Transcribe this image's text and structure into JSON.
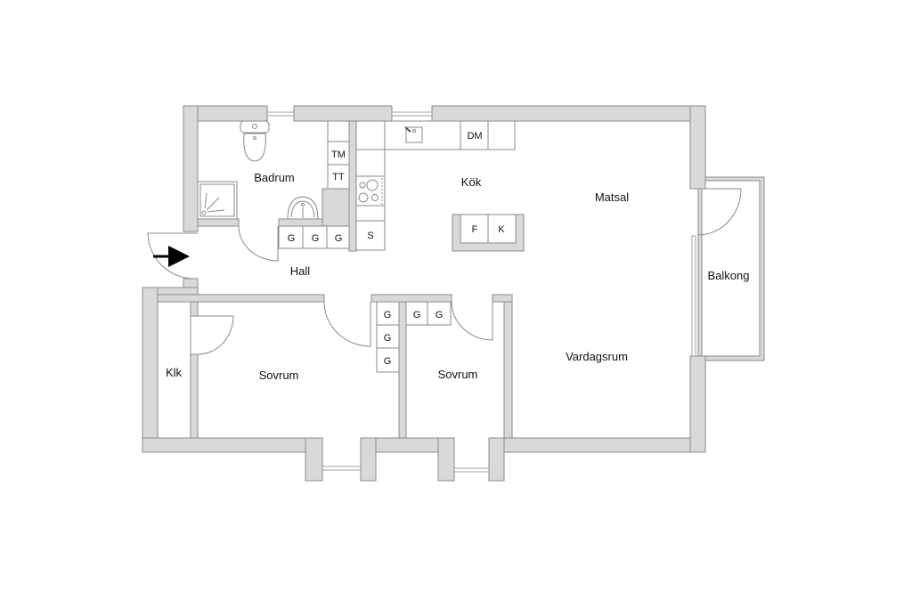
{
  "rooms": {
    "badrum": "Badrum",
    "kok": "Kök",
    "matsal": "Matsal",
    "hall": "Hall",
    "balkong": "Balkong",
    "vardagsrum": "Vardagsrum",
    "klk": "Klk",
    "sovrum1": "Sovrum",
    "sovrum2": "Sovrum"
  },
  "fixtures": {
    "tm": "TM",
    "tt": "TT",
    "dm": "DM",
    "s": "S",
    "f": "F",
    "k": "K",
    "g": "G"
  },
  "colors": {
    "wall_fill": "#d9d9d9",
    "wall_stroke": "#8a8a8a"
  }
}
